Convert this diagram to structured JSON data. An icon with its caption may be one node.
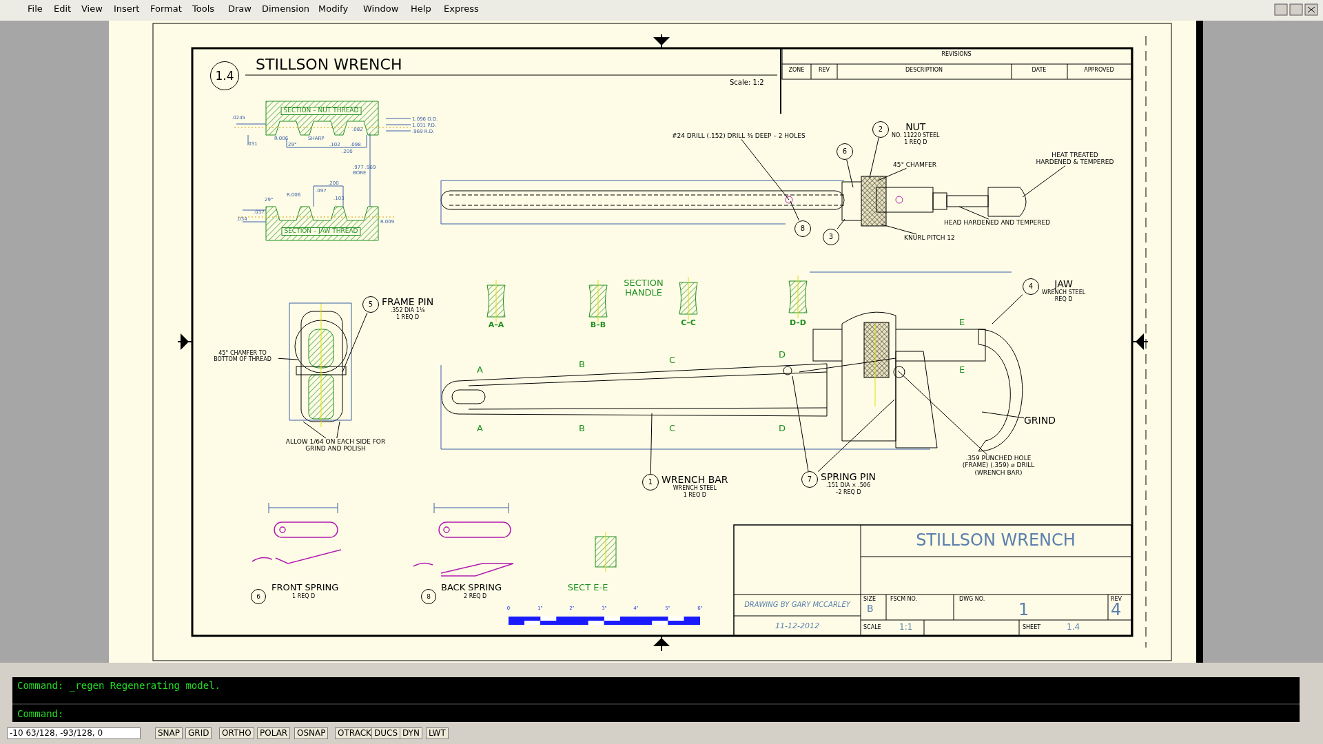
{
  "diagram": {
    "title": "STILLSON WRENCH",
    "nodes": [
      {
        "text": [
          "#24 DRILL (.152) DRILL ⅜ DEEP – 2 HOLES"
        ]
      },
      {
        "text": [
          "2",
          "NUT",
          "NO. 11220 STEEL",
          "1 REQ D"
        ]
      },
      {
        "text": [
          "6"
        ]
      },
      {
        "text": [
          "45° CHAMFER"
        ]
      },
      {
        "text": [
          "HEAT TREATED HARDENED & TEMPERED"
        ]
      },
      {
        "text": [
          "8"
        ]
      },
      {
        "text": [
          "3"
        ]
      },
      {
        "text": [
          "HEAD HARDENED AND TEMPERED"
        ]
      },
      {
        "text": [
          "KNURL PITCH 12"
        ]
      },
      {
        "text": [
          "5",
          "FRAME PIN",
          ".352 DIA 1⅛",
          "1 REQ D"
        ]
      },
      {
        "text": [
          "45° CHAMFER TO BOTTOM OF THREAD"
        ]
      },
      {
        "text": [
          "ALLOW 1/64 ON EACH SIDE FOR GRIND AND POLISH"
        ]
      },
      {
        "text": [
          "1",
          "WRENCH BAR",
          "WRENCH STEEL",
          "1 REQ D"
        ]
      },
      {
        "text": [
          "4",
          "JAW",
          "WRENCH STEEL",
          "REQ D"
        ]
      },
      {
        "text": [
          "GRIND"
        ]
      },
      {
        "text": [
          "7",
          "SPRING PIN",
          ".151 DIA × .506",
          "–2 REQ D"
        ]
      },
      {
        "text": [
          ".359 PUNCHED HOLE (FRAME) (.359) ⌀ DRILL (WRENCH BAR)"
        ]
      },
      {
        "text": [],
        "shape": "picture"
      },
      {
        "text": [],
        "shape": "picture"
      },
      {
        "text": [],
        "shape": "picture"
      }
    ],
    "edges": [
      {
        "from": 0,
        "to": 17,
        "arrow": "none"
      },
      {
        "from": 1,
        "to": 17,
        "arrow": "none"
      },
      {
        "from": 2,
        "to": 17,
        "arrow": "none"
      },
      {
        "from": 3,
        "to": 17,
        "arrow": "none"
      },
      {
        "from": 4,
        "to": 17,
        "arrow": "none"
      },
      {
        "from": 5,
        "to": 17,
        "arrow": "none"
      },
      {
        "from": 6,
        "to": 17,
        "arrow": "none"
      },
      {
        "from": 7,
        "to": 17,
        "arrow": "none"
      },
      {
        "from": 8,
        "to": 17,
        "arrow": "none"
      },
      {
        "from": 9,
        "to": 19,
        "arrow": "none"
      },
      {
        "from": 10,
        "to": 19,
        "arrow": "none"
      },
      {
        "from": 11,
        "to": 19,
        "arrow": "none"
      },
      {
        "from": 11,
        "to": 19,
        "arrow": "none"
      },
      {
        "from": 12,
        "to": 18,
        "arrow": "none"
      },
      {
        "from": 13,
        "to": 18,
        "arrow": "none"
      },
      {
        "from": 14,
        "to": 18,
        "arrow": "none"
      },
      {
        "from": 15,
        "to": 18,
        "arrow": "none"
      },
      {
        "from": 15,
        "to": 18,
        "arrow": "none"
      },
      {
        "from": 16,
        "to": 18,
        "arrow": "none"
      }
    ],
    "labels": [
      "File",
      "Edit",
      "View",
      "Insert",
      "Format",
      "Tools",
      "Draw",
      "Dimension",
      "Modify",
      "Window",
      "Help",
      "Express",
      "1.4",
      "Scale: 1:2",
      "REVISIONS",
      "ZONE",
      "REV",
      "DESCRIPTION",
      "DATE",
      "APPROVED",
      "SECTION – NUT THREAD",
      "1.096 O.D.",
      "1.031 P.D.",
      ".969 R.D.",
      ".0245",
      "R.006",
      "29°",
      "SHARP",
      ".102",
      ".098",
      ".082",
      ".200",
      ".031",
      ".977 .969 BORE",
      "SECTION – JAW THREAD",
      ".200",
      ".097",
      ".103",
      "29°",
      "R.006",
      ".037",
      ".034",
      "R.009",
      "A–A",
      "B–B",
      "SECTION HANDLE",
      "C–C",
      "D–D",
      "A",
      "A",
      "B",
      "B",
      "C",
      "C",
      "D",
      "D",
      "E",
      "E",
      "6",
      "FRONT SPRING",
      "1 REQ D",
      "8",
      "BACK SPRING",
      "2 REQ D",
      "SECT E-E",
      "0",
      "1\"",
      "2\"",
      "3\"",
      "4\"",
      "5\"",
      "6\"",
      "STILLSON WRENCH",
      "DRAWING BY GARY MCCARLEY",
      "11-12-2012",
      "SIZE",
      "B",
      "FSCM NO.",
      "DWG NO.",
      "1",
      "REV",
      "4",
      "SCALE",
      "1:1",
      "SHEET",
      "1.4",
      "Command: _regen Regenerating model.",
      "Command:",
      "-10 63/128, -93/128, 0",
      "SNAP",
      "GRID",
      "ORTHO",
      "POLAR",
      "OSNAP",
      "OTRACK",
      "DUCS",
      "DYN",
      "LWT"
    ]
  }
}
